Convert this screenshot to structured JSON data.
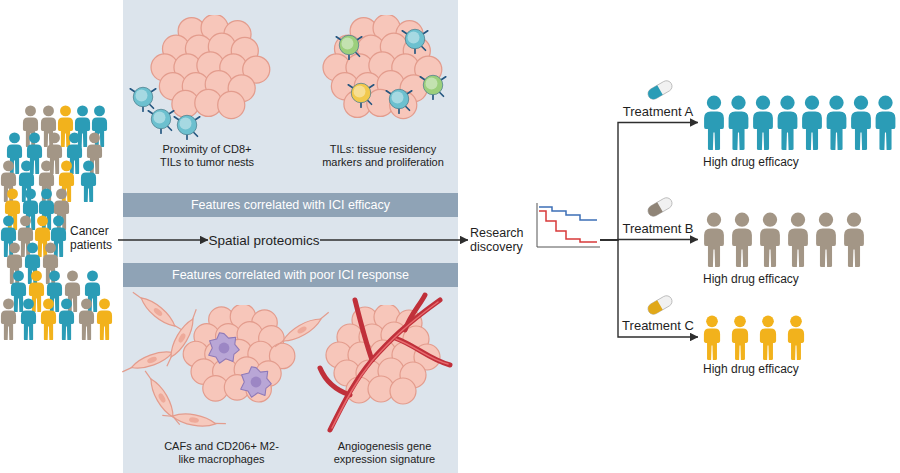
{
  "diagram": {
    "nodes": [
      {
        "text": [
          "Cancer patients"
        ]
      },
      {
        "text": [
          "Features correlated with ICI efficacy"
        ]
      },
      {
        "text": [
          "Spatial proteomics"
        ]
      },
      {
        "text": [
          "Features correlated with poor ICI response"
        ]
      },
      {
        "text": [
          "Research discovery"
        ]
      },
      {
        "text": [
          "High drug efficacy"
        ]
      },
      {
        "text": [
          "High drug efficacy"
        ]
      },
      {
        "text": [
          "High drug efficacy"
        ]
      }
    ],
    "edges": [
      {
        "from": 0,
        "to": 2,
        "arrow": "to"
      },
      {
        "from": 2,
        "to": 4,
        "arrow": "to"
      },
      {
        "from": 4,
        "to": 5,
        "label": "Treatment A",
        "arrow": "to"
      },
      {
        "from": 4,
        "to": 6,
        "label": "Treatment B",
        "arrow": "to"
      },
      {
        "from": 4,
        "to": 7,
        "label": "Treatment C",
        "arrow": "to"
      }
    ],
    "labels": [
      "Proximity of CD8+ TILs to tumor nests",
      "TILs: tissue residency markers and proliferation",
      "CAFs and CD206+ M2-like macrophages",
      "Angiogenesis gene expression signature"
    ]
  }
}
